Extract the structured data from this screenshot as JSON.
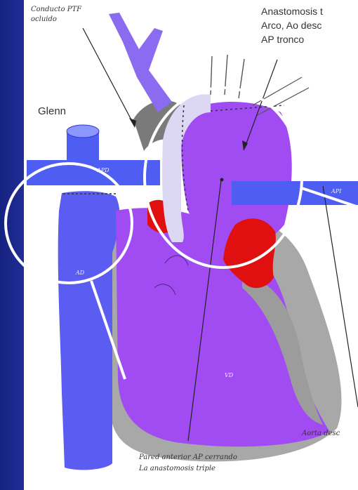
{
  "labels": {
    "conducto_line1": "Conducto PTF",
    "conducto_line2": "ocluido",
    "anastomosis_line1": "Anastomosis t",
    "anastomosis_line2": "Arco, Ao desc",
    "anastomosis_line3": "AP tronco",
    "glenn": "Glenn",
    "apd": "APD",
    "api": "API",
    "ad": "AD",
    "vd": "VD",
    "aorta_desc": "Aorta desc",
    "pared_line1": "Pared anterior AP cerrando",
    "pared_line2": "La anastomosis triple"
  },
  "colors": {
    "background": "#1d2a8f",
    "vessel_blue": "#4f5ef2",
    "heart_purple": "#a24ff0",
    "conduit_grey": "#b0b0b0",
    "highlight_red": "#e11010",
    "circle_white": "#ffffff"
  }
}
